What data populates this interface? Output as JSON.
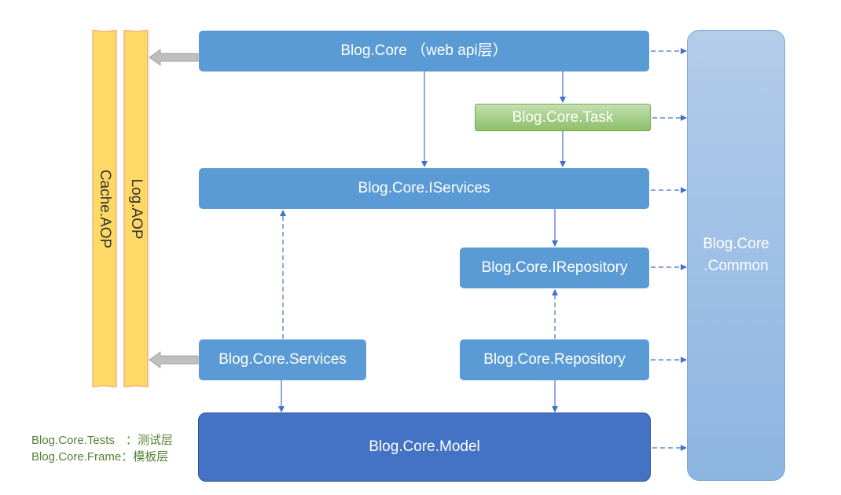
{
  "diagram": {
    "nodes": {
      "web_api": "Blog.Core （web api层）",
      "task": "Blog.Core.Task",
      "iservices": "Blog.Core.IServices",
      "irepository": "Blog.Core.IRepository",
      "services": "Blog.Core.Services",
      "repository": "Blog.Core.Repository",
      "model": "Blog.Core.Model",
      "common_line1": "Blog.Core",
      "common_line2": ".Common"
    },
    "aop": {
      "cache": "Cache.AOP",
      "log": "Log.AOP"
    },
    "legend": {
      "tests_name": "Blog.Core.Tests",
      "tests_sep": "：",
      "tests_desc": "测试层",
      "frame_name": "Blog.Core.Frame",
      "frame_sep": "：",
      "frame_desc": "模板层"
    },
    "colors": {
      "box_blue": "#5b9bd5",
      "box_model": "#4472c4",
      "box_green": "#a9d18e",
      "box_common": "#9fc0e6",
      "aop_fill": "#ffd966",
      "aop_stroke": "#f4b183",
      "arrow": "#4472c4",
      "legend_text": "#548235"
    },
    "edges": [
      {
        "from": "web_api",
        "to": "iservices",
        "style": "solid"
      },
      {
        "from": "web_api",
        "to": "task",
        "style": "solid"
      },
      {
        "from": "task",
        "to": "iservices",
        "style": "solid"
      },
      {
        "from": "iservices",
        "to": "irepository",
        "style": "solid"
      },
      {
        "from": "services",
        "to": "iservices",
        "style": "dashed"
      },
      {
        "from": "repository",
        "to": "irepository",
        "style": "dashed"
      },
      {
        "from": "services",
        "to": "model",
        "style": "solid"
      },
      {
        "from": "repository",
        "to": "model",
        "style": "solid"
      },
      {
        "from": "web_api",
        "to": "common",
        "style": "dashed"
      },
      {
        "from": "task",
        "to": "common",
        "style": "dashed"
      },
      {
        "from": "iservices",
        "to": "common",
        "style": "dashed"
      },
      {
        "from": "irepository",
        "to": "common",
        "style": "dashed"
      },
      {
        "from": "repository",
        "to": "common",
        "style": "dashed"
      },
      {
        "from": "model",
        "to": "common",
        "style": "dashed"
      },
      {
        "from": "web_api",
        "to": "aop",
        "style": "block"
      },
      {
        "from": "services",
        "to": "aop",
        "style": "block"
      }
    ]
  }
}
